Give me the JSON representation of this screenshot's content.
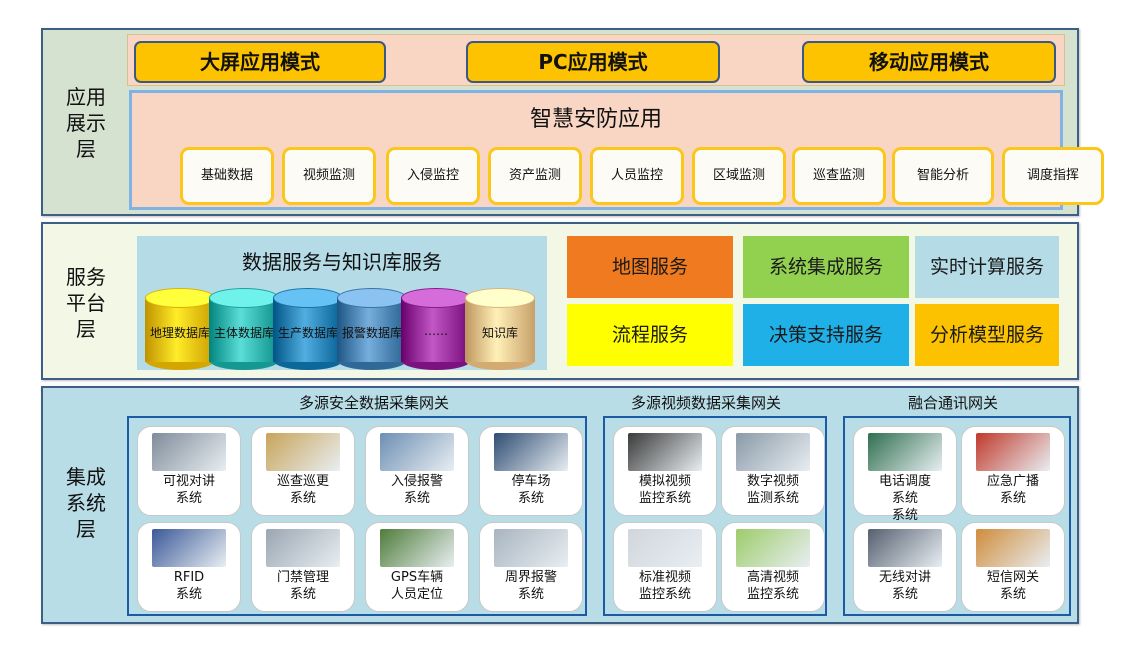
{
  "layers": {
    "app": {
      "label": "应用\n展示\n层"
    },
    "service": {
      "label": "服务\n平台\n层"
    },
    "integration": {
      "label": "集成\n系统\n层"
    }
  },
  "modes": [
    "大屏应用模式",
    "PC应用模式",
    "移动应用模式"
  ],
  "smart_app": {
    "title": "智慧安防应用",
    "modules": [
      "基础数据",
      "视频监测",
      "入侵监控",
      "资产监测",
      "人员监控",
      "区域监测",
      "巡查监测",
      "智能分析",
      "调度指挥"
    ]
  },
  "data_service": {
    "title": "数据服务与知识库服务",
    "databases": [
      {
        "label": "地理数据库",
        "color": "#f2c400"
      },
      {
        "label": "主体数据库",
        "color": "#33b5b0"
      },
      {
        "label": "生产数据库",
        "color": "#2a86b8"
      },
      {
        "label": "报警数据库",
        "color": "#4e86b5"
      },
      {
        "label": "……",
        "color": "#9a2f9e"
      },
      {
        "label": "知识库",
        "color": "#f0c890"
      }
    ]
  },
  "services": [
    {
      "label": "地图服务",
      "color": "#f07a1f"
    },
    {
      "label": "系统集成服务",
      "color": "#92d050"
    },
    {
      "label": "实时计算服务",
      "color": "#b5dbe6"
    },
    {
      "label": "流程服务",
      "color": "#ffff00"
    },
    {
      "label": "决策支持服务",
      "color": "#20b0e8"
    },
    {
      "label": "分析模型服务",
      "color": "#fcc200"
    }
  ],
  "gateways": [
    {
      "title": "多源安全数据采集网关",
      "systems": [
        "可视对讲\n系统",
        "巡查巡更\n系统",
        "入侵报警\n系统",
        "停车场\n系统",
        "RFID\n系统",
        "门禁管理\n系统",
        "GPS车辆\n人员定位",
        "周界报警\n系统"
      ]
    },
    {
      "title": "多源视频数据采集网关",
      "systems": [
        "模拟视频\n监控系统",
        "数字视频\n监测系统",
        "标准视频\n监控系统",
        "高清视频\n监控系统"
      ]
    },
    {
      "title": "融合通讯网关",
      "systems": [
        "电话调度\n系统\n系统",
        "应急广播\n系统",
        "无线对讲\n系统",
        "短信网关\n系统"
      ]
    }
  ]
}
